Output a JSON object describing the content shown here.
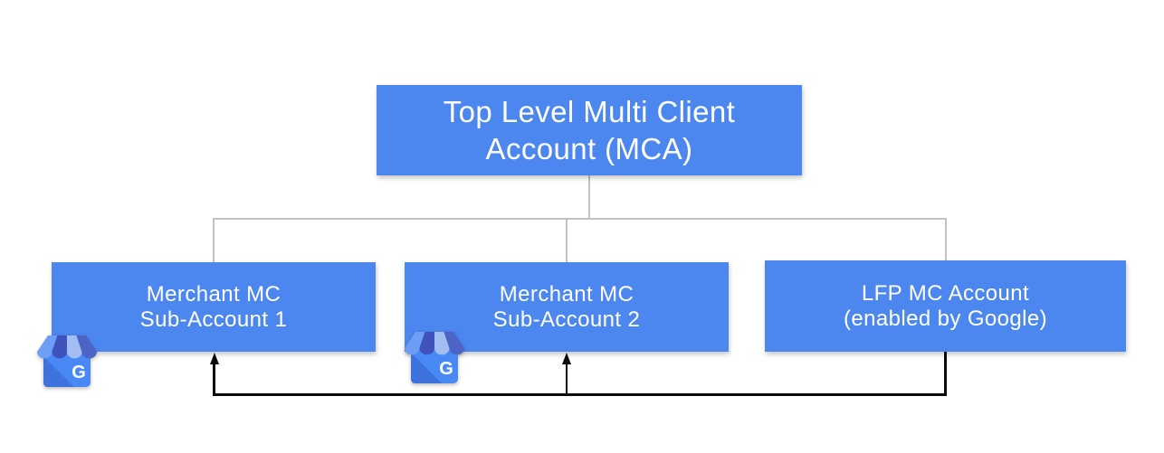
{
  "diagram": {
    "root": {
      "line1": "Top Level Multi Client",
      "line2": "Account (MCA)"
    },
    "children": [
      {
        "line1": "Merchant MC",
        "line2": "Sub-Account 1"
      },
      {
        "line1": "Merchant MC",
        "line2": "Sub-Account 2"
      },
      {
        "line1": "LFP MC Account",
        "line2": "(enabled by Google)"
      }
    ],
    "business_icon": {
      "name": "google-my-business-storefront",
      "letter": "G"
    },
    "colors": {
      "background": "#ffffff",
      "node_fill": "#4b87ee",
      "node_text": "#ffffff",
      "tree_connector": "#c2c2c2",
      "flow_arrow": "#0a0a0a"
    }
  }
}
